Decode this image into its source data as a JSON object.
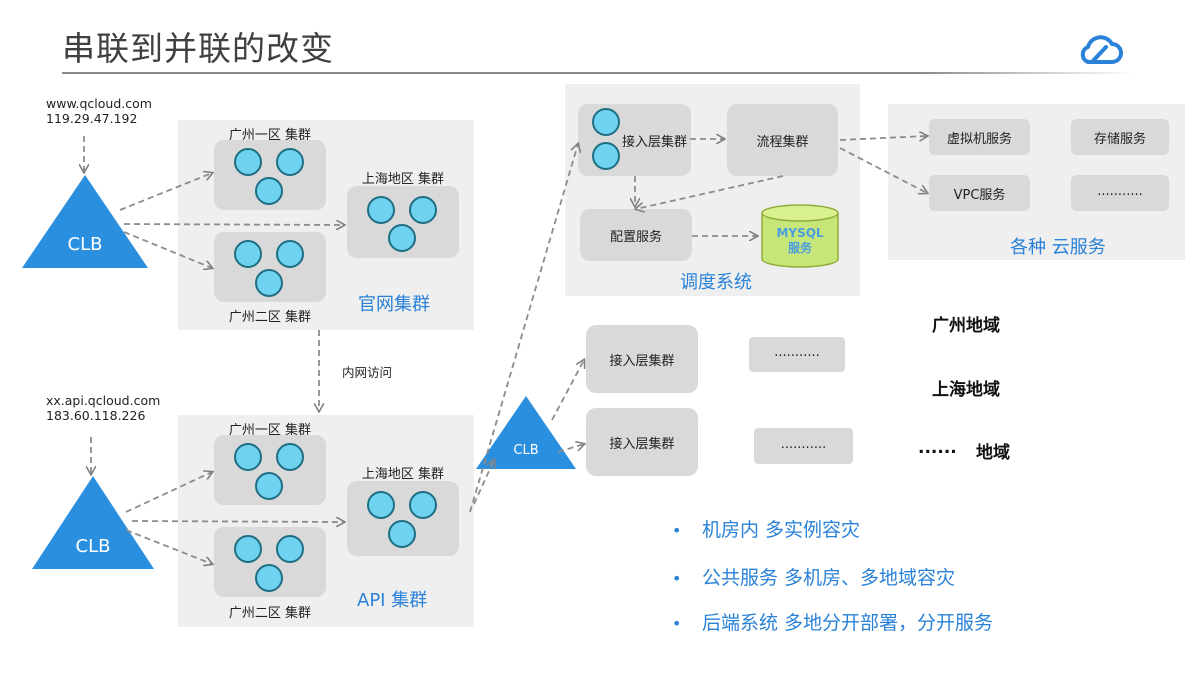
{
  "title": "串联到并联的改变",
  "icons": {
    "logo": "cloud-logo-icon"
  },
  "colors": {
    "accent_blue": "#2a82d8",
    "node_fill": "#6fd2ef",
    "clb_fill": "#2b8fe0",
    "mysql_fill": "#c6e67a"
  },
  "dns": {
    "top": {
      "domain": "www.qcloud.com",
      "ip": "119.29.47.192"
    },
    "bottom": {
      "domain": "xx.api.qcloud.com",
      "ip": "183.60.118.226"
    }
  },
  "clb_label": "CLB",
  "clusters": {
    "gz1": "广州一区 集群",
    "gz2": "广州二区 集群",
    "sh": "上海地区 集群",
    "official": "官网集群",
    "api": "API 集群"
  },
  "intranet_label": "内网访问",
  "scheduling": {
    "access": "接入层集群",
    "flow": "流程集群",
    "config": "配置服务",
    "mysql_line1": "MYSQL",
    "mysql_line2": "服务",
    "label": "调度系统"
  },
  "cloud_services": {
    "vm": "虚拟机服务",
    "storage": "存储服务",
    "vpc": "VPC服务",
    "more": "...........",
    "label": "各种 云服务"
  },
  "regional": {
    "access1": "接入层集群",
    "access2": "接入层集群",
    "dots1": "...........",
    "dots2": "...........",
    "region1": "广州地域",
    "region2": "上海地域",
    "region3_dots": "......",
    "region3": "地域"
  },
  "bullets": {
    "marker": "•",
    "items": [
      "机房内 多实例容灾",
      "公共服务 多机房、多地域容灾",
      "后端系统 多地分开部署，分开服务"
    ]
  }
}
